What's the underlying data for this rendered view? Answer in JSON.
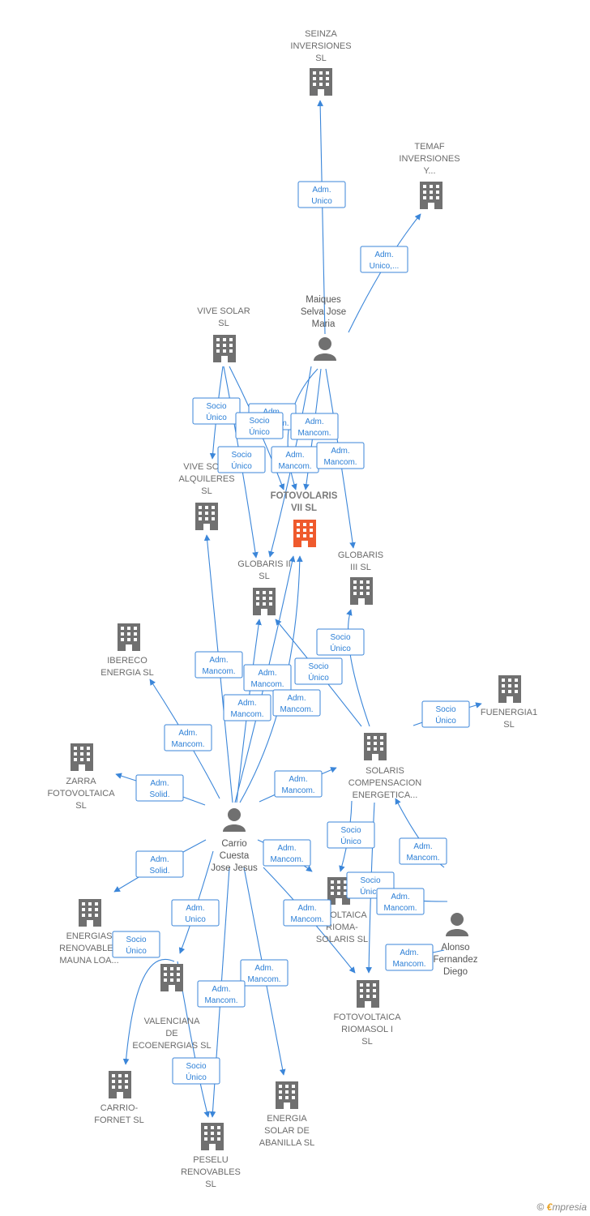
{
  "colors": {
    "edge": "#3b86d9",
    "node": "#707070",
    "highlight": "#ef5a2d"
  },
  "nodes": [
    {
      "id": "seinza",
      "type": "company",
      "icon": "building-icon",
      "lines": [
        "SEINZA",
        "INVERSIONES",
        "SL"
      ]
    },
    {
      "id": "temaf",
      "type": "company",
      "icon": "building-icon",
      "lines": [
        "TEMAF",
        "INVERSIONES",
        "Y..."
      ]
    },
    {
      "id": "maiques",
      "type": "person",
      "icon": "person-icon",
      "lines": [
        "Maiques",
        "Selva Jose",
        "Maria"
      ]
    },
    {
      "id": "vivesolar",
      "type": "company",
      "icon": "building-icon",
      "lines": [
        "VIVE SOLAR",
        "SL"
      ]
    },
    {
      "id": "vivesolaalq",
      "type": "company",
      "icon": "building-icon",
      "lines": [
        "VIVE SOLA",
        "ALQUILERES",
        "SL"
      ]
    },
    {
      "id": "fotovii",
      "type": "company",
      "icon": "building-icon",
      "main": true,
      "lines": [
        "FOTOVOLARIS",
        "VII  SL"
      ]
    },
    {
      "id": "globaris2",
      "type": "company",
      "icon": "building-icon",
      "lines": [
        "GLOBARIS II",
        "SL"
      ]
    },
    {
      "id": "globaris3",
      "type": "company",
      "icon": "building-icon",
      "lines": [
        "GLOBARIS",
        "III  SL"
      ]
    },
    {
      "id": "ibereco",
      "type": "company",
      "icon": "building-icon",
      "lines": [
        "IBERECO",
        "ENERGIA  SL"
      ]
    },
    {
      "id": "fuenergia",
      "type": "company",
      "icon": "building-icon",
      "lines": [
        "FUENERGIA1",
        "SL"
      ]
    },
    {
      "id": "zarra",
      "type": "company",
      "icon": "building-icon",
      "lines": [
        "ZARRA",
        "FOTOVOLTAICA",
        "SL"
      ]
    },
    {
      "id": "solaris",
      "type": "company",
      "icon": "building-icon",
      "lines": [
        "SOLARIS",
        "COMPENSACION",
        "ENERGETICA..."
      ]
    },
    {
      "id": "carrio",
      "type": "person",
      "icon": "person-icon",
      "lines": [
        "Carrio",
        "Cuesta",
        "Jose Jesus"
      ]
    },
    {
      "id": "mauna",
      "type": "company",
      "icon": "building-icon",
      "lines": [
        "ENERGIAS",
        "RENOVABLES",
        "MAUNA LOA..."
      ]
    },
    {
      "id": "riomasolaris",
      "type": "company",
      "icon": "building-icon",
      "lines": [
        "OVOLTAICA",
        "RIOMA-",
        "SOLARIS  SL"
      ]
    },
    {
      "id": "alonso",
      "type": "person",
      "icon": "person-icon",
      "lines": [
        "Alonso",
        "Fernandez",
        "Diego"
      ]
    },
    {
      "id": "valenciana",
      "type": "company",
      "icon": "building-icon",
      "lines": [
        "VALENCIANA",
        "DE",
        "ECOENERGIAS SL"
      ]
    },
    {
      "id": "riomasol1",
      "type": "company",
      "icon": "building-icon",
      "lines": [
        "FOTOVOLTAICA",
        "RIOMASOL I",
        "SL"
      ]
    },
    {
      "id": "carriofornet",
      "type": "company",
      "icon": "building-icon",
      "lines": [
        "CARRIO-",
        "FORNET SL"
      ]
    },
    {
      "id": "abanilla",
      "type": "company",
      "icon": "building-icon",
      "lines": [
        "ENERGIA",
        "SOLAR DE",
        "ABANILLA  SL"
      ]
    },
    {
      "id": "peselu",
      "type": "company",
      "icon": "building-icon",
      "lines": [
        "PESELU",
        "RENOVABLES",
        "SL"
      ]
    }
  ],
  "relations": [
    {
      "from": "maiques",
      "to": "seinza",
      "lines": [
        "Adm.",
        "Unico"
      ]
    },
    {
      "from": "maiques",
      "to": "temaf",
      "lines": [
        "Adm.",
        "Unico,..."
      ]
    },
    {
      "from": "maiques",
      "to": "fotovii",
      "lines": [
        "Adm.",
        "Mancom."
      ]
    },
    {
      "from": "maiques",
      "to": "fotovii",
      "lines": [
        "Adm.",
        "Mancom."
      ]
    },
    {
      "from": "maiques",
      "to": "globaris2",
      "lines": [
        "Adm.",
        "Mancom."
      ]
    },
    {
      "from": "maiques",
      "to": "globaris3",
      "lines": [
        "Adm.",
        "Mancom."
      ]
    },
    {
      "from": "vivesolar",
      "to": "vivesolaalq",
      "lines": [
        "Socio",
        "Único"
      ]
    },
    {
      "from": "vivesolar",
      "to": "fotovii",
      "lines": [
        "Socio",
        "Único"
      ]
    },
    {
      "from": "vivesolar",
      "to": "globaris2",
      "lines": [
        "Socio",
        "Único"
      ]
    },
    {
      "from": "carrio",
      "to": "vivesolaalq",
      "lines": [
        "Adm.",
        "Mancom."
      ]
    },
    {
      "from": "carrio",
      "to": "fotovii",
      "lines": [
        "Adm.",
        "Mancom."
      ]
    },
    {
      "from": "carrio",
      "to": "globaris2",
      "lines": [
        "Adm.",
        "Mancom."
      ]
    },
    {
      "from": "carrio",
      "to": "fotovii",
      "lines": [
        "Adm.",
        "Mancom."
      ]
    },
    {
      "from": "solaris",
      "to": "globaris3",
      "lines": [
        "Socio",
        "Único"
      ]
    },
    {
      "from": "solaris",
      "to": "globaris2",
      "lines": [
        "Socio",
        "Único"
      ]
    },
    {
      "from": "carrio",
      "to": "ibereco",
      "lines": [
        "Adm.",
        "Mancom."
      ]
    },
    {
      "from": "solaris",
      "to": "fuenergia",
      "lines": [
        "Socio",
        "Único"
      ]
    },
    {
      "from": "carrio",
      "to": "zarra",
      "lines": [
        "Adm.",
        "Solid."
      ]
    },
    {
      "from": "carrio",
      "to": "solaris",
      "lines": [
        "Adm.",
        "Mancom."
      ]
    },
    {
      "from": "carrio",
      "to": "mauna",
      "lines": [
        "Adm.",
        "Solid."
      ]
    },
    {
      "from": "carrio",
      "to": "riomasolaris",
      "lines": [
        "Adm.",
        "Mancom."
      ]
    },
    {
      "from": "solaris",
      "to": "riomasolaris",
      "lines": [
        "Socio",
        "Único"
      ]
    },
    {
      "from": "alonso",
      "to": "solaris",
      "lines": [
        "Adm.",
        "Mancom."
      ]
    },
    {
      "from": "carrio",
      "to": "valenciana",
      "lines": [
        "Adm.",
        "Unico"
      ]
    },
    {
      "from": "solaris",
      "to": "riomasol1",
      "lines": [
        "Socio",
        "Único"
      ]
    },
    {
      "from": "alonso",
      "to": "riomasolaris",
      "lines": [
        "Adm.",
        "Mancom."
      ]
    },
    {
      "from": "carrio",
      "to": "riomasol1",
      "lines": [
        "Adm.",
        "Mancom."
      ]
    },
    {
      "from": "alonso",
      "to": "riomasol1",
      "lines": [
        "Adm.",
        "Mancom."
      ]
    },
    {
      "from": "valenciana",
      "to": "carriofornet",
      "lines": [
        "Socio",
        "Único"
      ]
    },
    {
      "from": "carrio",
      "to": "abanilla",
      "lines": [
        "Adm.",
        "Mancom."
      ]
    },
    {
      "from": "carrio",
      "to": "peselu",
      "lines": [
        "Adm.",
        "Mancom."
      ]
    },
    {
      "from": "valenciana",
      "to": "peselu",
      "lines": [
        "Socio",
        "Único"
      ]
    }
  ],
  "footer": {
    "copyright": "©",
    "brand_e": "€",
    "brand_rest": "mpresia"
  }
}
